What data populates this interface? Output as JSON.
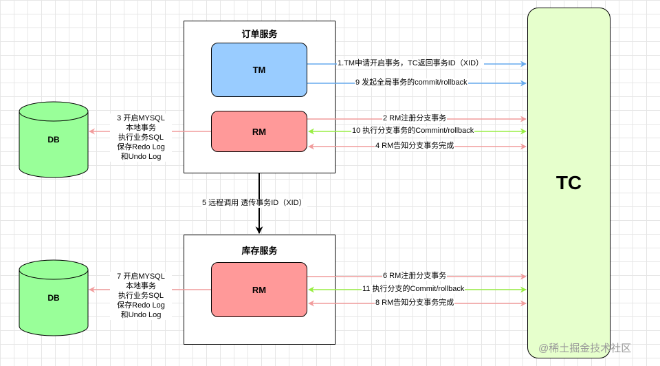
{
  "colors": {
    "tm_fill": "#99ccff",
    "rm_fill": "#ff9999",
    "tc_fill": "#e6ffcc",
    "db_fill": "#99ff99",
    "blue_arrow": "#66aaee",
    "red_arrow": "#f19c9c",
    "green_arrow": "#99ee44"
  },
  "order_service": {
    "title": "订单服务",
    "tm_label": "TM",
    "rm_label": "RM"
  },
  "stock_service": {
    "title": "库存服务",
    "rm_label": "RM"
  },
  "tc_label": "TC",
  "databases": {
    "top_label": "DB",
    "bottom_label": "DB"
  },
  "edges": {
    "e1": "1.TM申请开启事务，TC返回事务ID（XID）",
    "e9": "9 发起全局事务的commit/rollback",
    "e2": "2 RM注册分支事务",
    "e10": "10 执行分支事务的Commint/rollback",
    "e4": "4 RM告知分支事务完成",
    "e5": "5 远程调用 透传事务ID（XID）",
    "e6": "6 RM注册分支事务",
    "e11": "11 执行分支的Commit/rollback",
    "e8": "8 RM告知分支事务完成"
  },
  "notes": {
    "top": [
      "3 开启MYSQL",
      "本地事务",
      "执行业务SQL",
      "保存Redo Log",
      "和Undo Log"
    ],
    "bottom": [
      "7 开启MYSQL",
      "本地事务",
      "执行业务SQL",
      "保存Redo Log",
      "和Undo Log"
    ]
  },
  "watermark": "@稀土掘金技术社区"
}
